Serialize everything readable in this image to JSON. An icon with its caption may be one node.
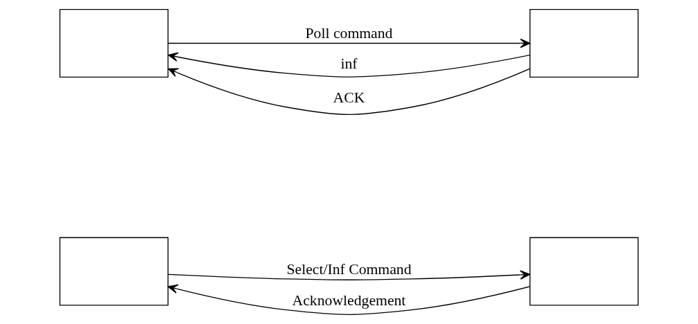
{
  "diagram": {
    "nodes": [
      {
        "text": [],
        "shape": "box"
      },
      {
        "text": [],
        "shape": "box"
      },
      {
        "text": [],
        "shape": "box"
      },
      {
        "text": [],
        "shape": "box"
      }
    ],
    "edges": [
      {
        "from": 0,
        "to": 1,
        "arrow": "to",
        "label": "Select/Inf Command"
      },
      {
        "from": 1,
        "to": 0,
        "arrow": "to",
        "label": "Acknowledgement"
      },
      {
        "from": 2,
        "to": 3,
        "arrow": "to",
        "label": "Poll command"
      },
      {
        "from": 3,
        "to": 2,
        "arrow": "to",
        "label": "inf"
      },
      {
        "from": 3,
        "to": 2,
        "arrow": "to",
        "label": "ACK"
      }
    ]
  }
}
